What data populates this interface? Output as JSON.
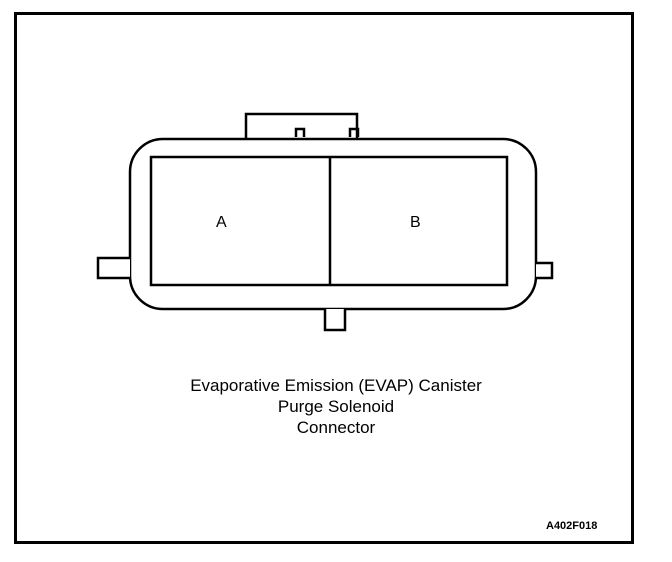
{
  "diagram": {
    "pins": [
      {
        "label": "A"
      },
      {
        "label": "B"
      }
    ],
    "caption": {
      "line1": "Evaporative Emission (EVAP) Canister",
      "line2": "Purge Solenoid",
      "line3": "Connector"
    },
    "figure_id": "A402F018",
    "colors": {
      "line": "#000000",
      "background": "#ffffff"
    }
  }
}
